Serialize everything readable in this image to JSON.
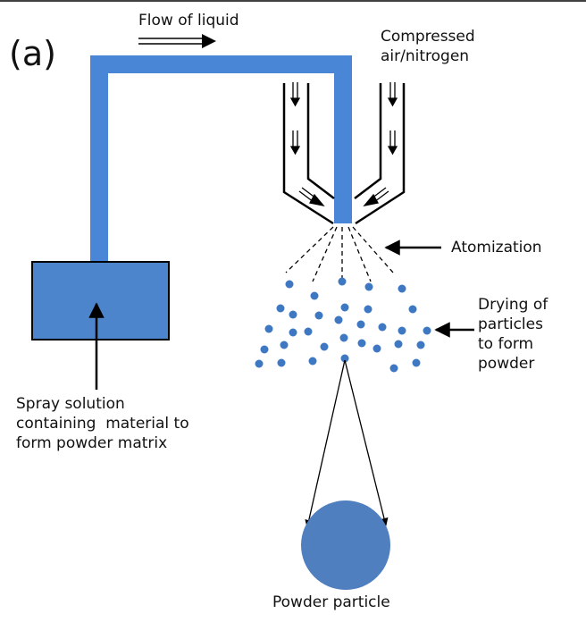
{
  "labels": {
    "panel": "(a)",
    "flow": "Flow of liquid",
    "gas": [
      "Compressed",
      "air/nitrogen"
    ],
    "atomization": "Atomization",
    "drying": [
      "Drying of",
      "particles",
      "to form",
      "powder"
    ],
    "solution": [
      "Spray solution",
      "containing  material to",
      "form powder matrix"
    ],
    "particle": "Powder particle"
  },
  "colors": {
    "liquid": "#4a86d6",
    "tank": "#4d85cc",
    "droplet": "#3f78c2",
    "particle": "#4f7fbf",
    "outline": "#000000"
  }
}
